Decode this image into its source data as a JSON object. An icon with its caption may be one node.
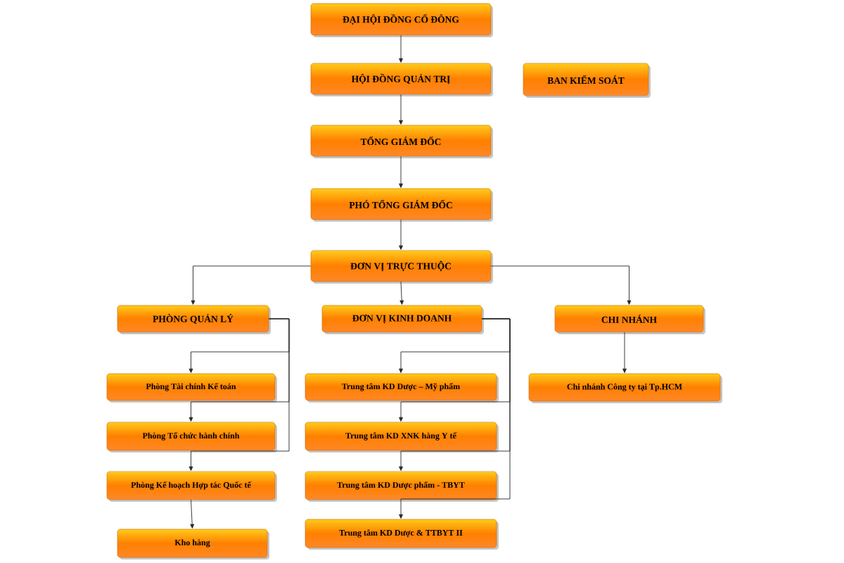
{
  "diagram": {
    "nodes": [
      {
        "text": [
          "ĐẠI HỘI ĐỒNG CỔ ĐÔNG"
        ]
      },
      {
        "text": [
          "HỘI ĐỒNG QUẢN TRỊ"
        ]
      },
      {
        "text": [
          "BAN KIỂM SOÁT"
        ]
      },
      {
        "text": [
          "TỔNG GIÁM ĐỐC"
        ]
      },
      {
        "text": [
          "PHÓ TỔNG GIÁM ĐỐC"
        ]
      },
      {
        "text": [
          "ĐƠN VỊ TRỰC THUỘC"
        ]
      },
      {
        "text": [
          "PHÒNG QUẢN LÝ"
        ]
      },
      {
        "text": [
          "ĐƠN VỊ KINH DOANH"
        ]
      },
      {
        "text": [
          "CHI NHÁNH"
        ]
      },
      {
        "text": [
          "Phòng Tài chính Kế toán"
        ]
      },
      {
        "text": [
          "Phòng Tổ chức hành chính"
        ]
      },
      {
        "text": [
          "Phòng Kế hoạch Hợp tác Quốc tế"
        ]
      },
      {
        "text": [
          "Kho hàng"
        ]
      },
      {
        "text": [
          "Trung tâm KD Dược – Mỹ phẩm"
        ]
      },
      {
        "text": [
          "Trung tâm KD XNK hàng Y tế"
        ]
      },
      {
        "text": [
          "Trung tâm KD Dược phẩm - TBYT"
        ]
      },
      {
        "text": [
          "Trung tâm KD Dược & TTBYT II"
        ]
      },
      {
        "text": [
          "Chi nhánh Công ty tại Tp.HCM"
        ]
      }
    ],
    "edges": [
      {
        "from": 0,
        "to": 1,
        "arrow": "to"
      },
      {
        "from": 1,
        "to": 3,
        "arrow": "to"
      },
      {
        "from": 3,
        "to": 4,
        "arrow": "to"
      },
      {
        "from": 4,
        "to": 5,
        "arrow": "to"
      },
      {
        "from": 5,
        "to": 6,
        "arrow": "to"
      },
      {
        "from": 5,
        "to": 7,
        "arrow": "to"
      },
      {
        "from": 5,
        "to": 8,
        "arrow": "to"
      },
      {
        "from": 6,
        "to": 9,
        "arrow": "to"
      },
      {
        "from": 6,
        "to": 10,
        "arrow": "to"
      },
      {
        "from": 6,
        "to": 11,
        "arrow": "to"
      },
      {
        "from": 11,
        "to": 12,
        "arrow": "to"
      },
      {
        "from": 7,
        "to": 13,
        "arrow": "to"
      },
      {
        "from": 7,
        "to": 14,
        "arrow": "to"
      },
      {
        "from": 7,
        "to": 15,
        "arrow": "to"
      },
      {
        "from": 7,
        "to": 16,
        "arrow": "to"
      },
      {
        "from": 8,
        "to": 17,
        "arrow": "to"
      }
    ]
  }
}
